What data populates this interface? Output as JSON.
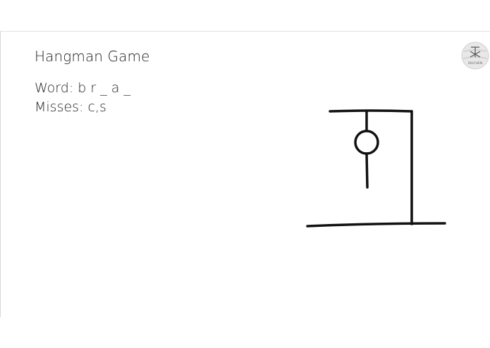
{
  "game": {
    "title": "Hangman Game",
    "word_label": "Word:",
    "word_display": "b r _ a _",
    "misses_label": "Misses:",
    "misses_display": "c,s",
    "missed_letters": [
      "c",
      "s"
    ],
    "revealed_letters": [
      "b",
      "r",
      "",
      "a",
      ""
    ],
    "wrong_guess_count": 2,
    "drawn_parts": [
      "gallows",
      "rope",
      "head",
      "body"
    ]
  },
  "logo": {
    "icon": "seal-logo-icon",
    "text": "XIUCHEN"
  },
  "colors": {
    "background": "#ffffff",
    "text": "#222222",
    "stroke": "#111111"
  }
}
